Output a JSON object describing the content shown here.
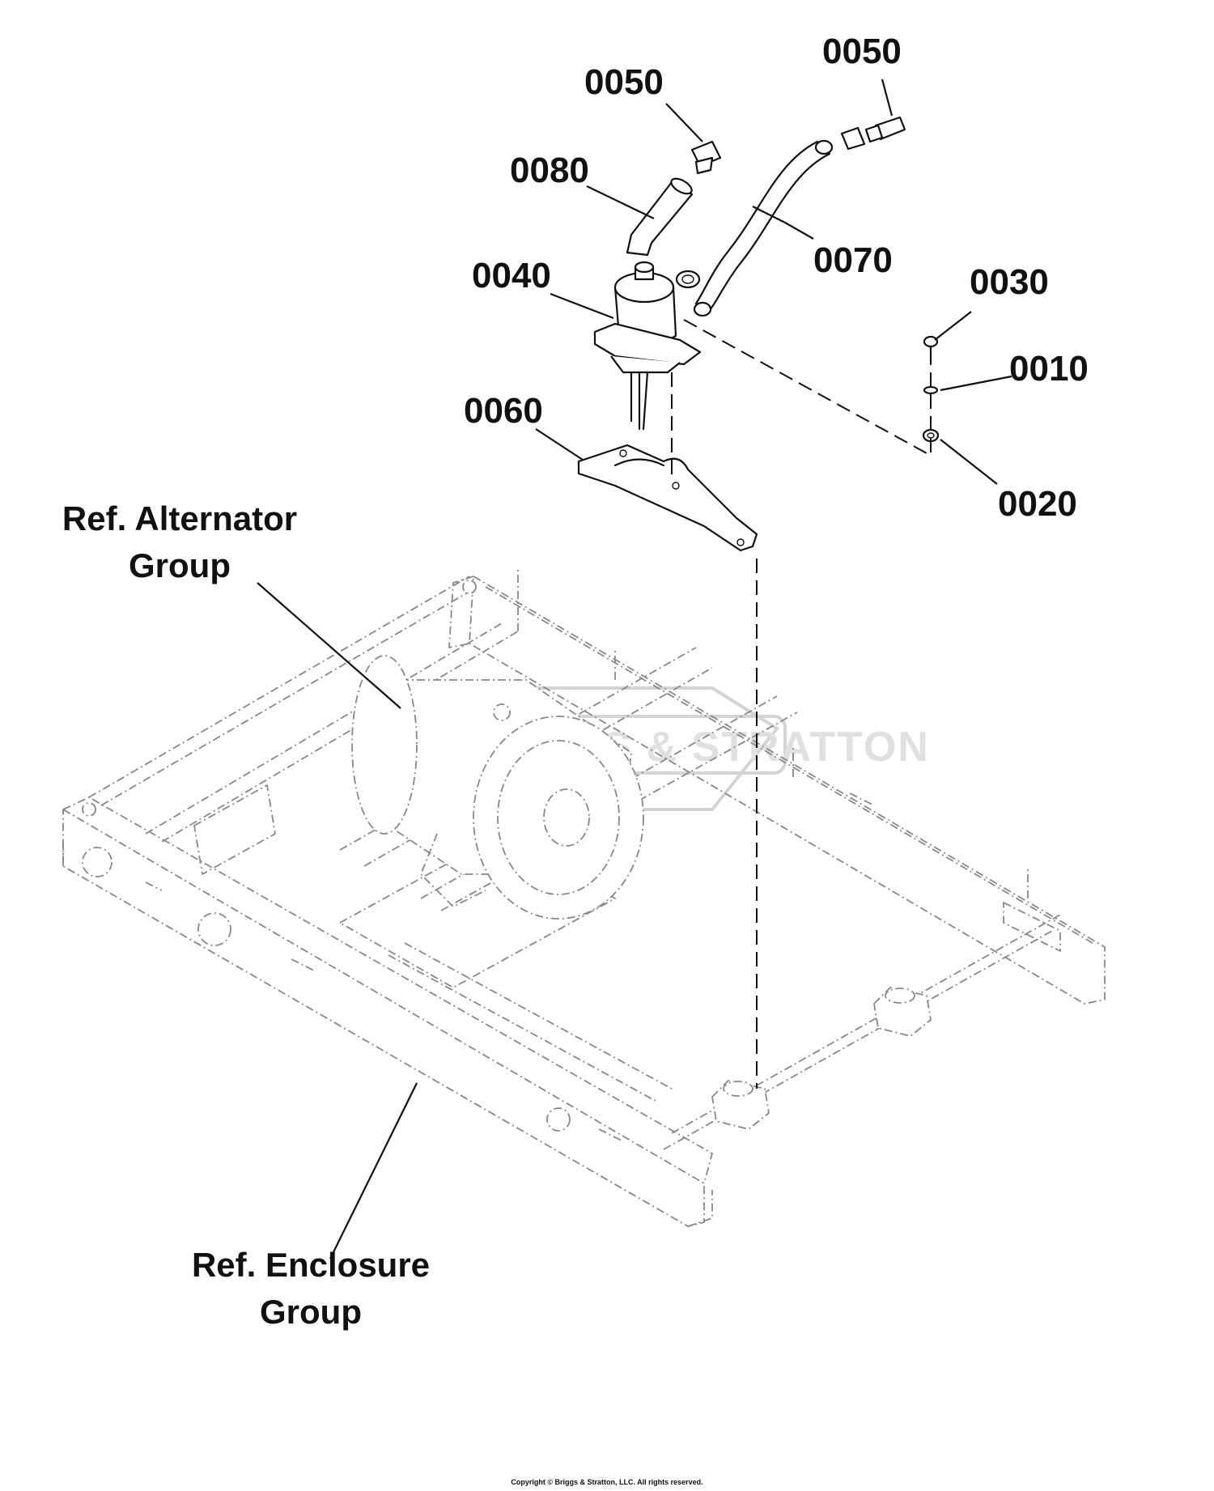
{
  "callouts": {
    "c0050a": "0050",
    "c0050b": "0050",
    "c0080": "0080",
    "c0070": "0070",
    "c0040": "0040",
    "c0030": "0030",
    "c0010": "0010",
    "c0060": "0060",
    "c0020": "0020"
  },
  "references": {
    "alternator_line1": "Ref. Alternator",
    "alternator_line2": "Group",
    "enclosure_line1": "Ref. Enclosure",
    "enclosure_line2": "Group"
  },
  "watermark": "BRIGGS & STRATTON",
  "copyright": "Copyright © Briggs & Stratton, LLC. All rights reserved."
}
